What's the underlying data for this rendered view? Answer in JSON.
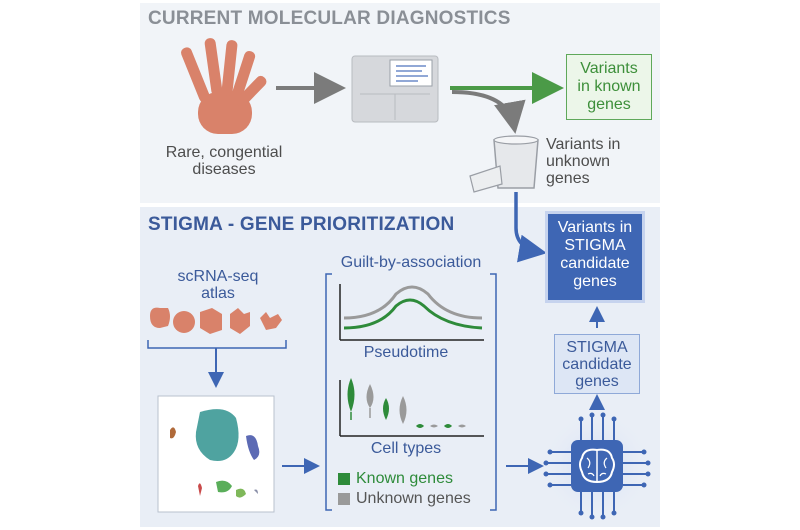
{
  "top_section": {
    "title": "CURRENT MOLECULAR DIAGNOSTICS",
    "patient_label": "Rare, congential\ndiseases",
    "known_box": "Variants\nin known\ngenes",
    "unknown_label": "Variants in\nunknown\ngenes"
  },
  "bottom_section": {
    "title": "STIGMA - GENE PRIORITIZATION",
    "atlas_label": "scRNA-seq\natlas",
    "gba_title": "Guilt-by-association",
    "pseudotime_label": "Pseudotime",
    "celltypes_label": "Cell types",
    "legend": {
      "known": "Known genes",
      "unknown": "Unknown genes"
    },
    "candidate_box": "STIGMA\ncandidate\ngenes",
    "final_box": "Variants in\nSTIGMA\ncandidate\ngenes"
  },
  "colors": {
    "known_green": "#2e8b3a",
    "unknown_gray": "#9a9a9a",
    "accent_blue": "#3e66b4",
    "hand": "#d9826a"
  },
  "icons": [
    "hand-icon",
    "sequencer-icon",
    "trash-bin-icon",
    "embryo-icon",
    "umap-icon",
    "ai-chip-brain-icon"
  ]
}
